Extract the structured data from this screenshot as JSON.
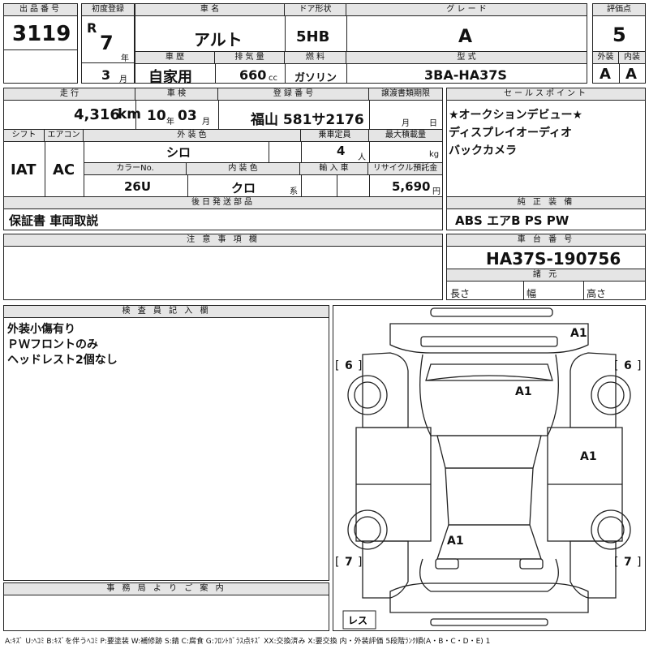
{
  "lot": {
    "label": "出品番号",
    "value": "3119"
  },
  "first_reg": {
    "label": "初度登録",
    "era": "R",
    "year": "7",
    "year_unit": "年",
    "month": "3",
    "month_unit": "月"
  },
  "car_name": {
    "label": "車 名",
    "value": "アルト"
  },
  "door": {
    "label": "ドア形状",
    "value": "5HB"
  },
  "grade": {
    "label": "グ レ ー ド",
    "value": "A"
  },
  "score": {
    "label": "評価点",
    "value": "5",
    "ext_label": "外装",
    "int_label": "内装",
    "ext": "A",
    "int": "A"
  },
  "history": {
    "label": "車 歴",
    "value": "自家用"
  },
  "displacement": {
    "label": "排 気 量",
    "value": "660",
    "unit": "cc"
  },
  "fuel": {
    "label": "燃 料",
    "value": "ガソリン"
  },
  "model": {
    "label": "型 式",
    "value": "3BA-HA37S"
  },
  "mileage": {
    "label": "走 行",
    "value": "4,316",
    "unit": "km"
  },
  "inspection": {
    "label": "車 検",
    "year": "10",
    "year_unit": "年",
    "month": "03",
    "month_unit": "月"
  },
  "plate": {
    "label": "登 録 番 号",
    "value": "福山 581サ2176"
  },
  "transfer": {
    "label": "譲渡書類期限",
    "month_unit": "月",
    "day_unit": "日"
  },
  "sales": {
    "label": "セールスポイント",
    "items": [
      "★オークションデビュー★",
      "ディスプレイオーディオ",
      "バックカメラ"
    ]
  },
  "shift": {
    "label": "シフト",
    "value": "IAT"
  },
  "aircon": {
    "label": "エアコン",
    "value": "AC"
  },
  "ext_color": {
    "label": "外 装 色",
    "value": "シロ"
  },
  "capacity": {
    "label": "乗車定員",
    "value": "4",
    "unit": "人"
  },
  "max_load": {
    "label": "最大積載量",
    "unit": "kg"
  },
  "color_no": {
    "label": "カラーNo.",
    "value": "26U"
  },
  "int_color": {
    "label": "内 装 色",
    "value": "クロ",
    "unit": "系"
  },
  "import": {
    "label": "輸 入 車"
  },
  "recycle": {
    "label": "リサイクル預託金",
    "value": "5,690",
    "unit": "円"
  },
  "later_parts": {
    "label": "後日発送部品",
    "value": "保証書 車両取説"
  },
  "equipment": {
    "label": "純 正 装 備",
    "value": "ABS エアB PS PW"
  },
  "notes": {
    "label": "注 意 事 項 欄"
  },
  "chassis": {
    "label": "車 台 番 号",
    "value": "HA37S-190756"
  },
  "specs": {
    "label": "諸 元",
    "length": "長さ",
    "width": "幅",
    "height": "高さ"
  },
  "inspector": {
    "label": "検 査 員 記 入 欄",
    "lines": [
      "外装小傷有り",
      "ＰＷフロントのみ",
      "ヘッドレスト2個なし"
    ]
  },
  "office": {
    "label": "事 務 局 よ り ご 案 内"
  },
  "diagram": {
    "marks": [
      "A1",
      "A1",
      "A1",
      "A1"
    ],
    "tire_fl": "6",
    "tire_fr": "6",
    "tire_rl": "7",
    "tire_rr": "7",
    "spare": "レス"
  },
  "legend": "A:ｷｽﾞ U:ﾍｺﾐ B:ｷｽﾞを伴うﾍｺﾐ P:要塗装 W:補修跡 S:錆 C:腐食 G:ﾌﾛﾝﾄｶﾞﾗｽ点ｷｽﾞ XX:交換済み X:要交換 内・外装評価 5段階ﾗﾝｸ順(A・B・C・D・E) 1"
}
